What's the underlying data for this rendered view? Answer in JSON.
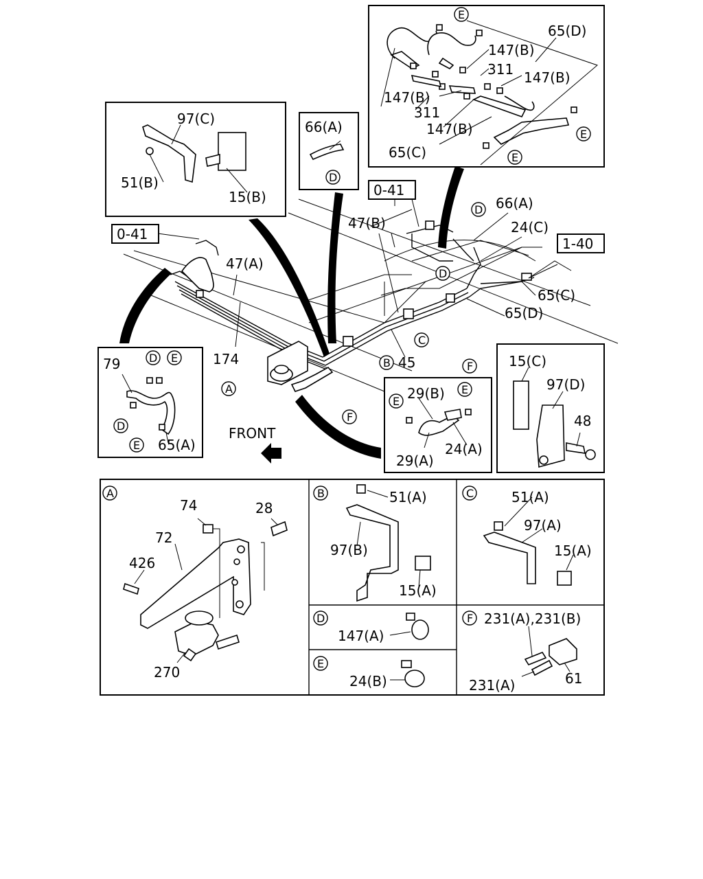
{
  "colors": {
    "ink": "#000000",
    "paper": "#ffffff"
  },
  "labels": {
    "L_65D_top": "65(D)",
    "L_147B_1": "147(B)",
    "L_311_1": "311",
    "L_147B_2": "147(B)",
    "L_147B_3": "147(B)",
    "L_311_2": "311",
    "L_147B_4": "147(B)",
    "L_65C_box": "65(C)",
    "L_97C": "97(C)",
    "L_51B": "51(B)",
    "L_15B": "15(B)",
    "L_66A_box": "66(A)",
    "L_041_left": "0-41",
    "L_041_right": "0-41",
    "L_47A": "47(A)",
    "L_47B": "47(B)",
    "L_66A_main": "66(A)",
    "L_24C": "24(C)",
    "L_140": "1-40",
    "L_65C_main": "65(C)",
    "L_65D_main": "65(D)",
    "L_174": "174",
    "L_45": "45",
    "L_79": "79",
    "L_65A": "65(A)",
    "L_front": "FRONT",
    "L_29B": "29(B)",
    "L_29A": "29(A)",
    "L_24A": "24(A)",
    "L_15C": "15(C)",
    "L_97D": "97(D)",
    "L_48": "48",
    "L_74": "74",
    "L_28": "28",
    "L_72": "72",
    "L_426": "426",
    "L_270": "270",
    "L_51A_b": "51(A)",
    "L_97B": "97(B)",
    "L_15A_b": "15(A)",
    "L_51A_c": "51(A)",
    "L_97A": "97(A)",
    "L_15A_c": "15(A)",
    "L_147A": "147(A)",
    "L_24B": "24(B)",
    "L_231AB": "231(A),231(B)",
    "L_231A": "231(A)",
    "L_61": "61"
  },
  "callouts": {
    "A": "A",
    "B": "B",
    "C": "C",
    "D": "D",
    "E": "E",
    "F": "F"
  }
}
